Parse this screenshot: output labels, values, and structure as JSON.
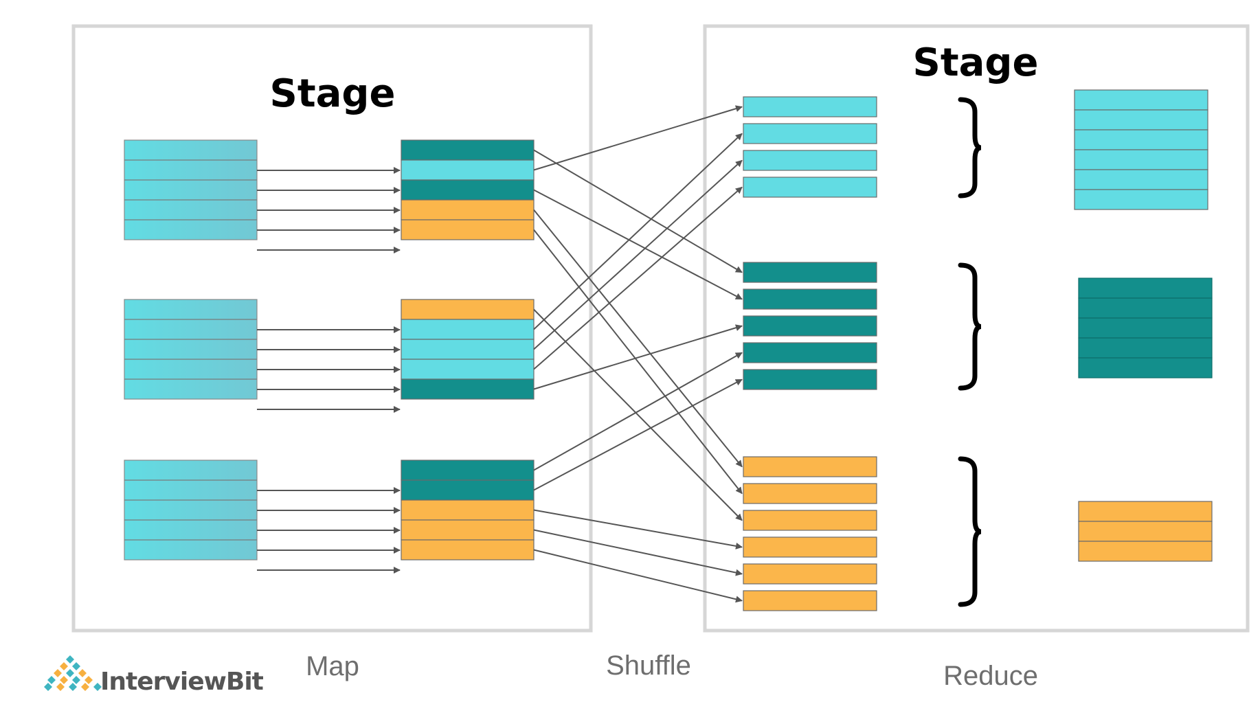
{
  "map_stage": {
    "title": "Stage",
    "label": "Map"
  },
  "shuffle": {
    "label": "Shuffle"
  },
  "reduce_stage": {
    "title": "Stage",
    "label": "Reduce"
  },
  "logo": {
    "text": "InterviewBit"
  },
  "colors": {
    "cyan": "#62dce3",
    "teal": "#138f8c",
    "orange": "#fbb64b",
    "frame": "#d6d6d6",
    "arrow": "#555555",
    "input_gradient_end": "#72c8d4"
  },
  "map_outputs": [
    [
      "teal",
      "cyan",
      "teal",
      "orange",
      "orange"
    ],
    [
      "orange",
      "cyan",
      "cyan",
      "cyan",
      "teal"
    ],
    [
      "teal",
      "teal",
      "orange",
      "orange",
      "orange"
    ]
  ],
  "reduce_inputs": {
    "cyan": 4,
    "teal": 5,
    "orange": 6
  },
  "reduce_outputs": [
    {
      "color": "cyan",
      "rows": 6
    },
    {
      "color": "teal",
      "rows": 5
    },
    {
      "color": "orange",
      "rows": 3
    }
  ]
}
